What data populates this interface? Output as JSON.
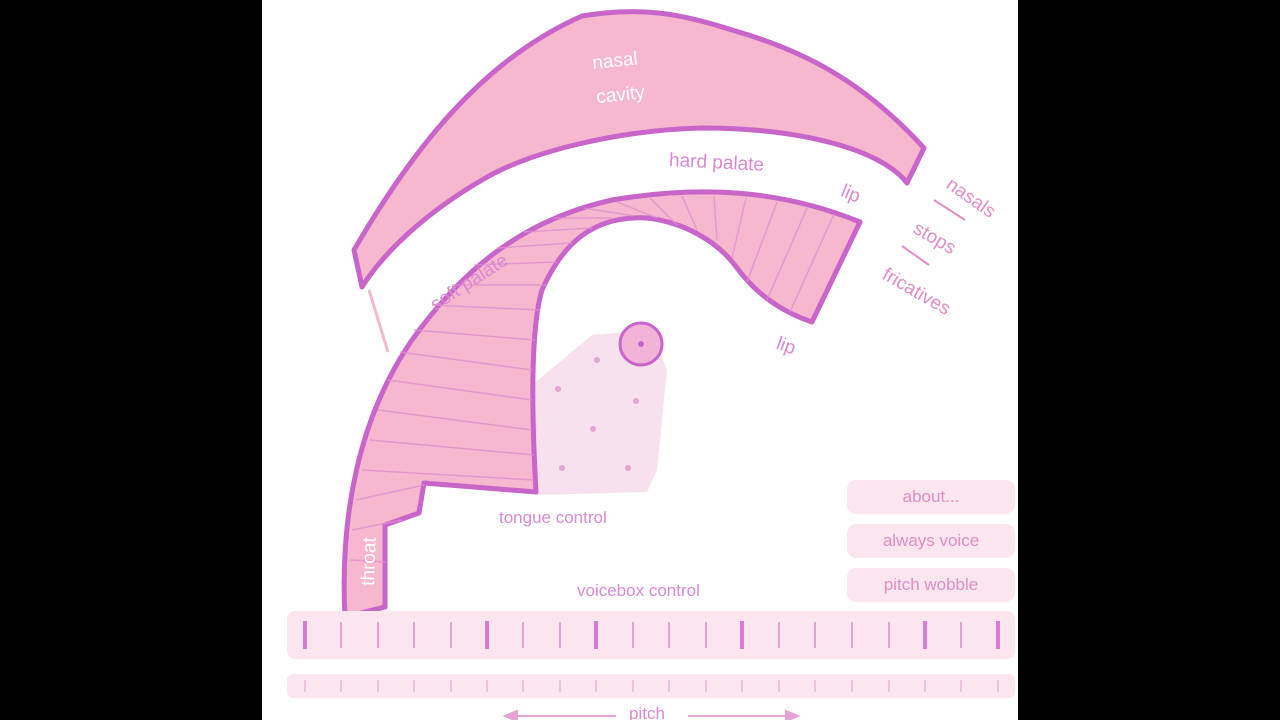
{
  "colors": {
    "outline": "#c765c9",
    "fill": "#f6b7cf",
    "label": "#d98ad0",
    "label_light": "#ffffff",
    "panel": "#fbe6ef",
    "tongue_area": "#f8e1ee"
  },
  "diagram": {
    "nasal_line1": "nasal",
    "nasal_line2": "cavity",
    "hard_palate": "hard palate",
    "soft_palate": "soft palate",
    "lip_upper": "lip",
    "lip_lower": "lip",
    "throat": "throat",
    "nasals": "nasals",
    "stops": "stops",
    "fricatives": "fricatives"
  },
  "controls": {
    "tongue_control": "tongue control",
    "voicebox_control": "voicebox control",
    "pitch": "pitch"
  },
  "buttons": {
    "about": "about...",
    "always_voice": "always voice",
    "pitch_wobble": "pitch wobble"
  }
}
